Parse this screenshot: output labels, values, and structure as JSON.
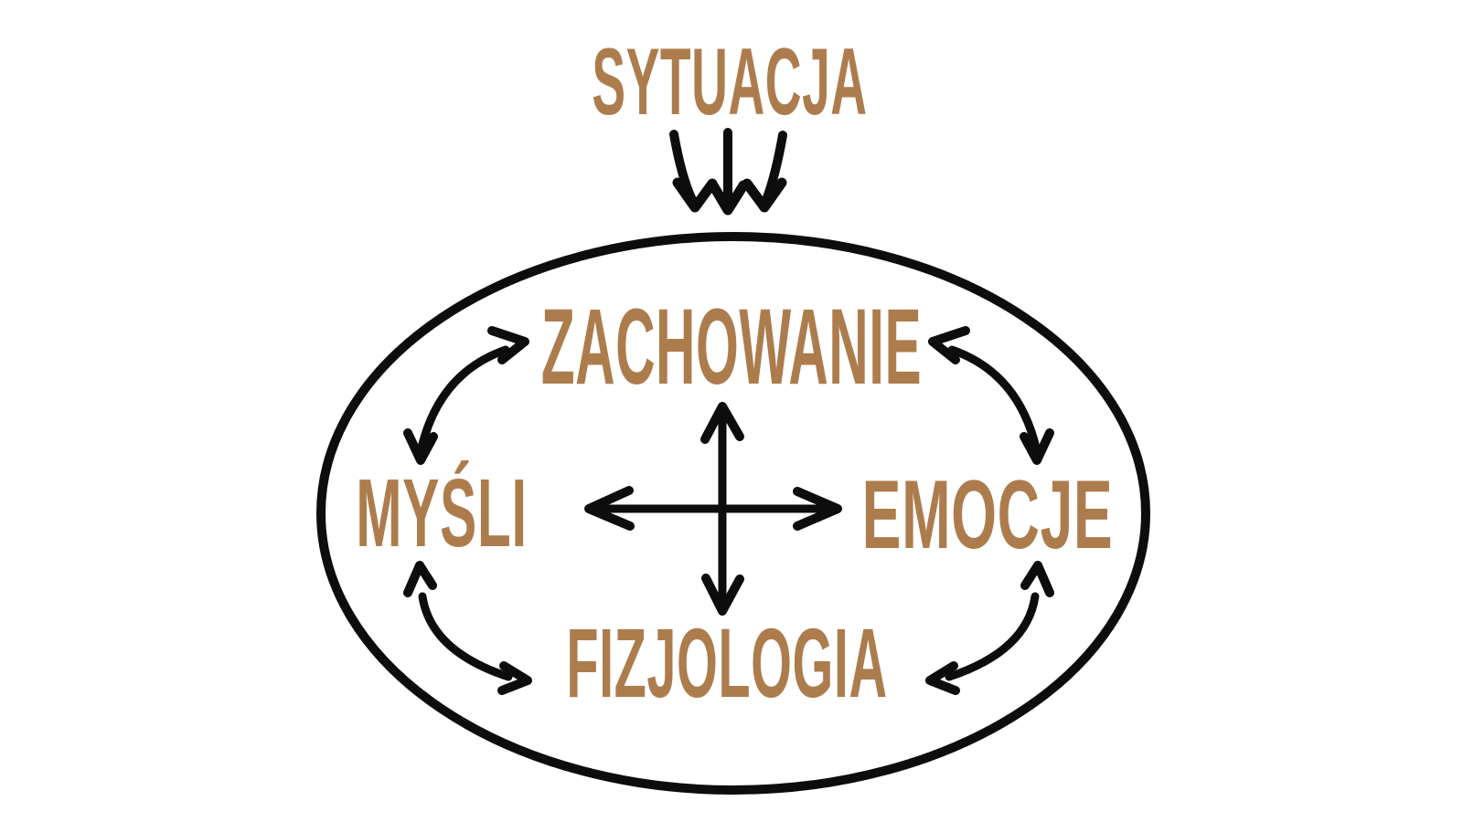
{
  "diagram": {
    "title": "SYTUACJA",
    "nodes": {
      "top": "ZACHOWANIE",
      "left": "MYŚLI",
      "right": "EMOCJE",
      "bottom": "FIZJOLOGIA"
    },
    "relations": {
      "situation_to_circle": "three-down-arrows",
      "center": "four-way-double-arrow-cross",
      "pairs": [
        "MYŚLI–ZACHOWANIE",
        "ZACHOWANIE–EMOCJE",
        "MYŚLI–FIZJOLOGIA",
        "FIZJOLOGIA–EMOCJE"
      ]
    },
    "colors": {
      "label_brown": "#ad7c4d",
      "line_black": "#0d0d0d",
      "background": "#ffffff"
    }
  }
}
